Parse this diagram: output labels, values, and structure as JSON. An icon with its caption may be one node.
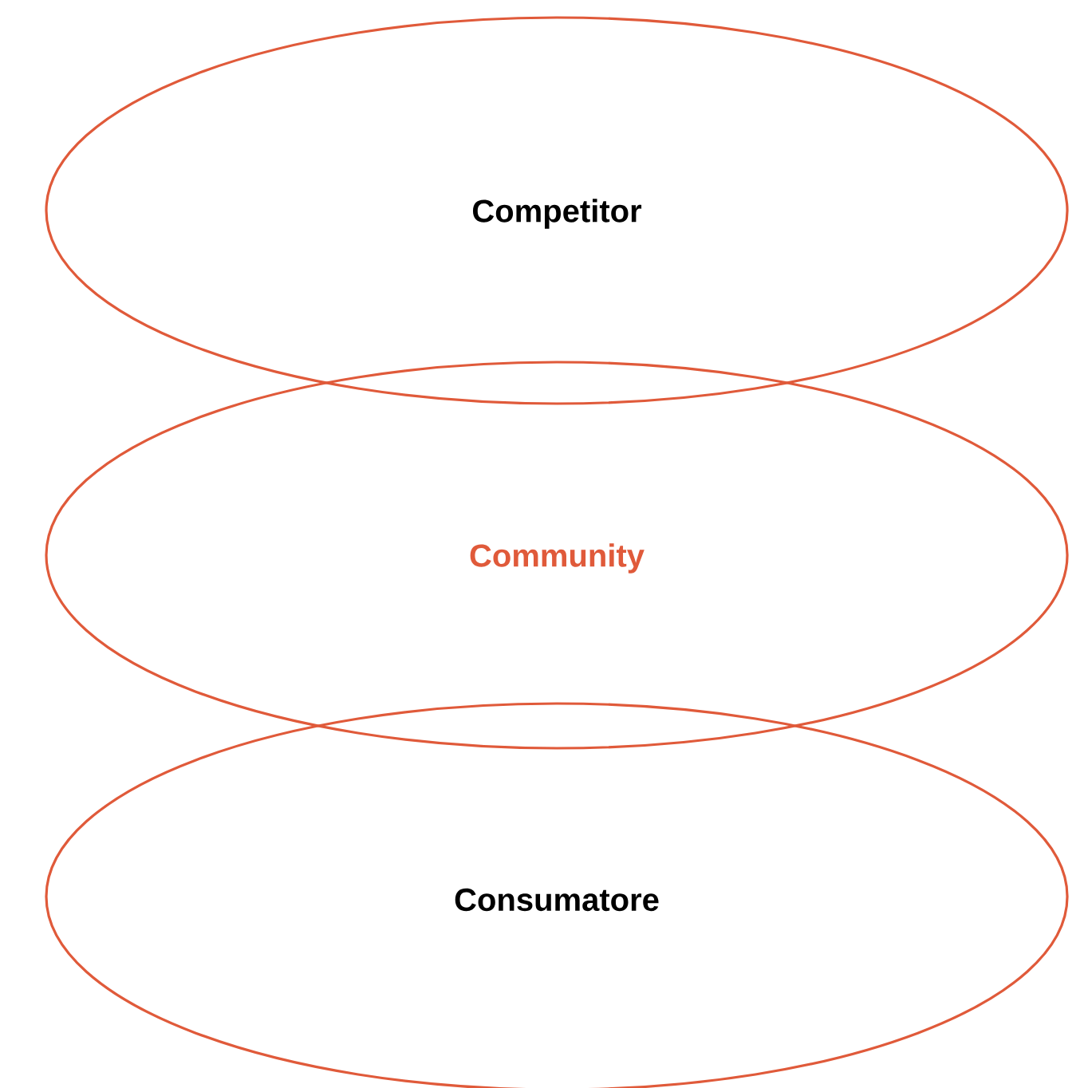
{
  "diagram": {
    "nodes": [
      {
        "text": [
          "Competitor"
        ]
      },
      {
        "text": [
          "Community"
        ]
      },
      {
        "text": [
          "Consumatore"
        ]
      }
    ]
  }
}
